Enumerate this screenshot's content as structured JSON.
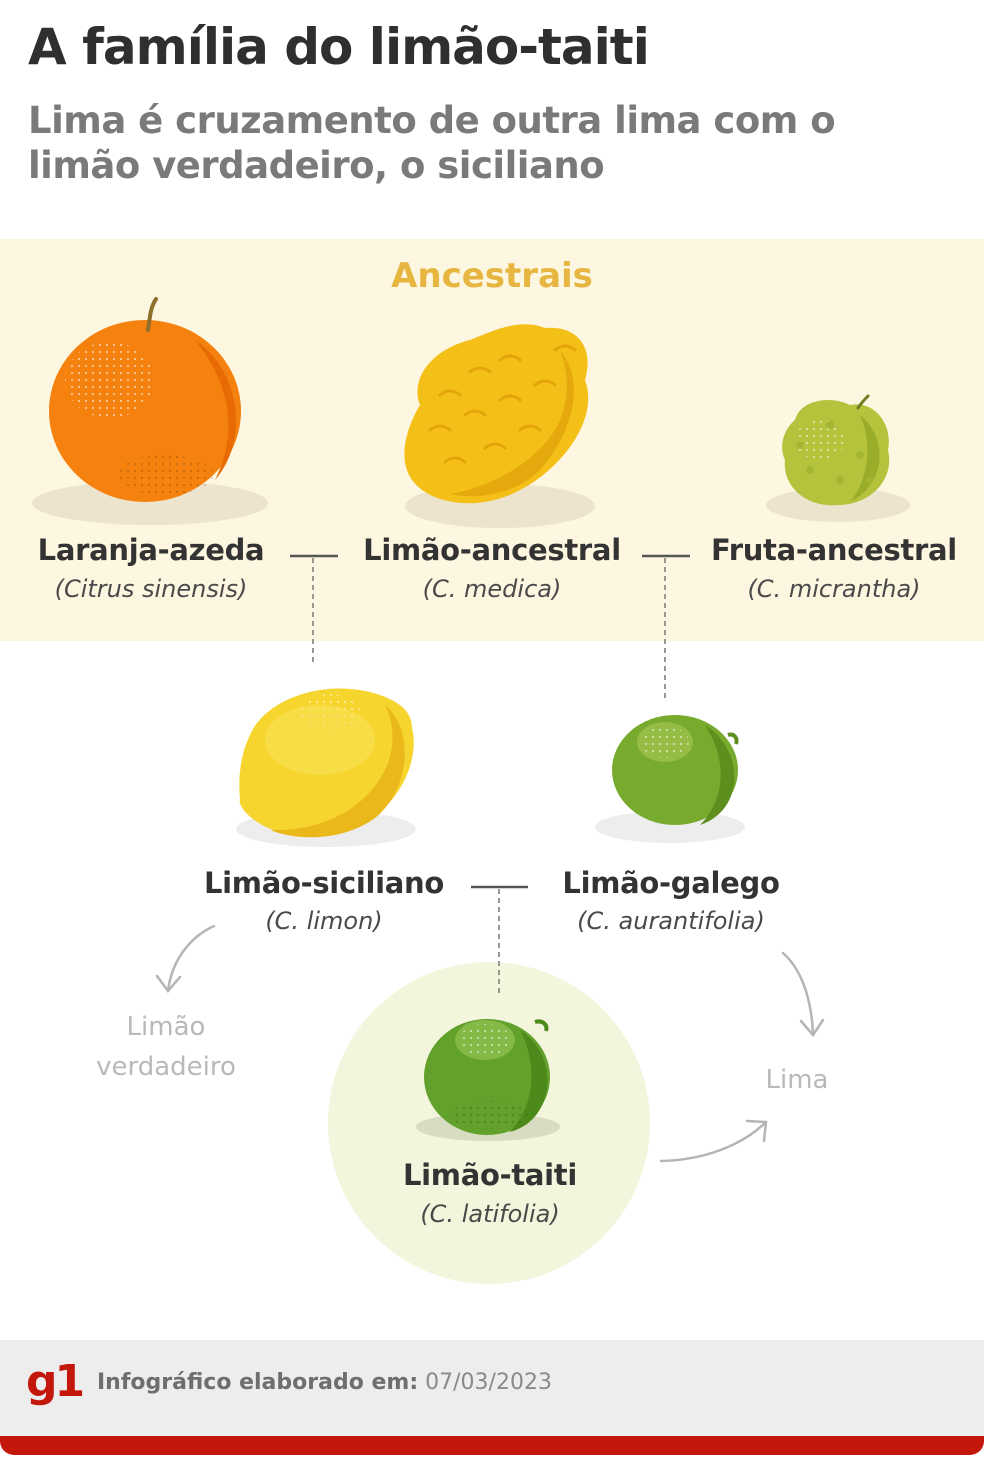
{
  "title": "A família do limão-taiti",
  "subtitle": "Lima é cruzamento de outra lima com o limão verdadeiro, o siciliano",
  "ancestors": {
    "heading": "Ancestrais",
    "fruits": [
      {
        "name": "Laranja-azeda",
        "scientific": "(Citrus sinensis)",
        "icon": "sour-orange-icon",
        "color": "#f5820f"
      },
      {
        "name": "Limão-ancestral",
        "scientific": "(C. medica)",
        "icon": "citron-icon",
        "color": "#f4c018"
      },
      {
        "name": "Fruta-ancestral",
        "scientific": "(C. micrantha)",
        "icon": "micrantha-icon",
        "color": "#b4c23c"
      }
    ]
  },
  "hybrids": [
    {
      "name": "Limão-siciliano",
      "scientific": "(C. limon)",
      "icon": "sicilian-lemon-icon",
      "color": "#f6d52e",
      "category": "Limão verdadeiro"
    },
    {
      "name": "Limão-galego",
      "scientific": "(C. aurantifolia)",
      "icon": "key-lime-icon",
      "color": "#78aa2e",
      "category": "Lima"
    }
  ],
  "result": {
    "name": "Limão-taiti",
    "scientific": "(C. latifolia)",
    "icon": "tahiti-lime-icon",
    "color": "#62a12c"
  },
  "category_labels": {
    "true_lemon_line1": "Limão",
    "true_lemon_line2": "verdadeiro",
    "lime": "Lima"
  },
  "footer": {
    "logo": "g1",
    "credit_label": "Infográfico elaborado em:",
    "date": "07/03/2023"
  },
  "colors": {
    "band": "#fdf6e0",
    "heading": "#e7b640",
    "circle": "#f3f5dc",
    "brand": "#c4170c"
  }
}
